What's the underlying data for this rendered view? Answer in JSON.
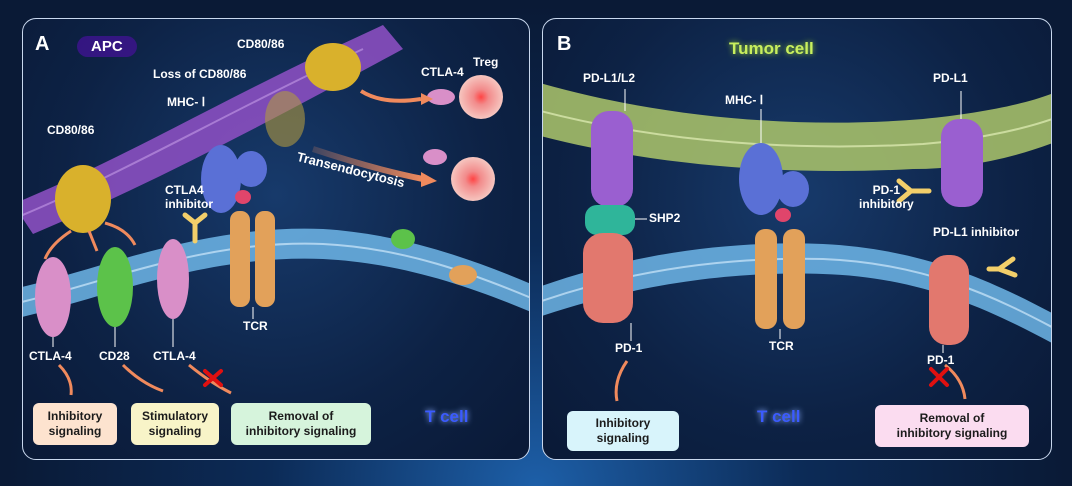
{
  "panel_a": {
    "letter": "A",
    "apc_label": "APC",
    "t_cell_label": "T cell",
    "labels": {
      "cd80_86_top": "CD80/86",
      "loss_cd80_86": "Loss of CD80/86",
      "ctla4_top": "CTLA-4",
      "treg": "Treg",
      "mhc": "MHC- Ⅰ",
      "cd80_86_left": "CD80/86",
      "transendocytosis": "Transendocytosis",
      "ctla4_inhibitor": "CTLA4\ninhibitor",
      "tcr": "TCR",
      "ctla4_left": "CTLA-4",
      "cd28": "CD28",
      "ctla4_mid": "CTLA-4"
    },
    "boxes": [
      {
        "label": "Inhibitory\nsignaling",
        "color": "#fde3cf"
      },
      {
        "label": "Stimulatory\nsignaling",
        "color": "#f8f4c8"
      },
      {
        "label": "Removal of\ninhibitory signaling",
        "color": "#d6f4dc"
      }
    ]
  },
  "panel_b": {
    "letter": "B",
    "tumor_label": "Tumor cell",
    "t_cell_label": "T cell",
    "labels": {
      "pdl1_l2": "PD-L1/L2",
      "mhc": "MHC- Ⅰ",
      "pdl1": "PD-L1",
      "shp2": "SHP2",
      "pd1_inhibitory": "PD-1\ninhibitory",
      "pdl1_inhibitor": "PD-L1 inhibitor",
      "pd1_left": "PD-1",
      "tcr": "TCR",
      "pd1_right": "PD-1"
    },
    "boxes": [
      {
        "label": "Inhibitory\nsignaling",
        "color": "#d8f4fb"
      },
      {
        "label": "Removal of\ninhibitory signaling",
        "color": "#fbdcf0"
      }
    ]
  },
  "colors": {
    "apc_membrane": "#8a4fc0",
    "tumor_membrane": "#a9c26a",
    "t_membrane": "#6fb6e8",
    "cd80": "#d9b12c",
    "ctla4": "#d98fc8",
    "cd28": "#5cc24a",
    "mhc": "#5a70d6",
    "tcr": "#e2a15a",
    "pdl1": "#9a5fd0",
    "pd1": "#e2786e",
    "shp2": "#2fb59a",
    "antibody": "#f3cf6a",
    "treg": "#f2a0a0"
  }
}
